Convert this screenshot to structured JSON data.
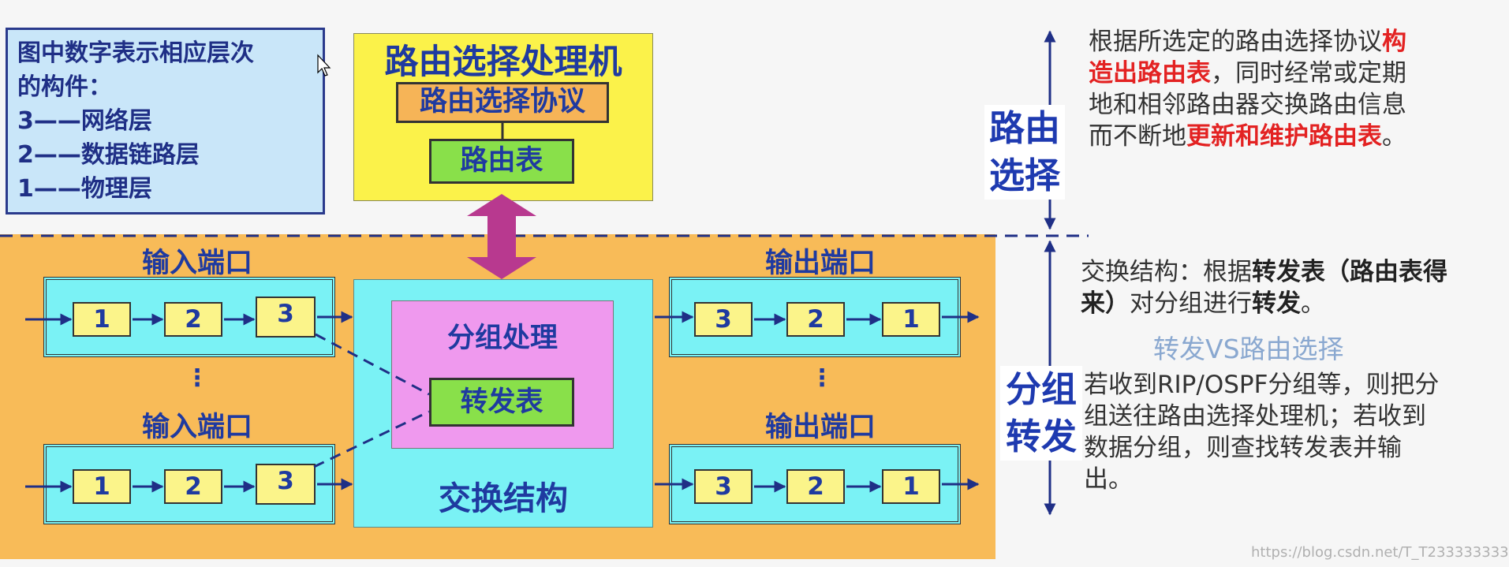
{
  "legend": {
    "lines": [
      "图中数字表示相应层次",
      "的构件：",
      "3——网络层",
      "2——数据链路层",
      "1——物理层"
    ]
  },
  "router": {
    "title": "路由选择处理机",
    "protocol": "路由选择协议",
    "table": "路由表"
  },
  "switch": {
    "packet_processing": "分组处理",
    "forwarding_table": "转发表",
    "title": "交换结构"
  },
  "ports": {
    "input_label": "输入端口",
    "output_label": "输出端口",
    "dots": "⋮",
    "input_cells": [
      "1",
      "2",
      "3"
    ],
    "output_cells": [
      "3",
      "2",
      "1"
    ]
  },
  "side_labels": {
    "routing": "路由\n选择",
    "forwarding": "分组\n转发"
  },
  "routing_desc": {
    "p1": "根据所选定的路由选择协议",
    "p2_red": "构造出路由表",
    "p3": "，同时经常或定期地和相邻路由器交换路由信息而不断地",
    "p4_red": "更新和维护路由表",
    "p5": "。"
  },
  "forwarding_desc": {
    "a1": "交换结构：根据",
    "a2_bold": "转发表",
    "a3_bold": "（路由表得来）",
    "a4": "对分组进行",
    "a5_bold": "转发",
    "a6": "。",
    "vs": "转发VS路由选择",
    "b": "若收到RIP/OSPF分组等，则把分组送往路由选择处理机；若收到数据分组，则查找转发表并输出。"
  },
  "watermark": "https://blog.csdn.net/T_T233333333",
  "colors": {
    "navy": "#1f3aa0",
    "orange_region": "#f8bb58",
    "cyan": "#7af2f5",
    "yellow": "#fbf24a",
    "magenta_arrow": "#b8398f",
    "red_text": "#e32222"
  }
}
